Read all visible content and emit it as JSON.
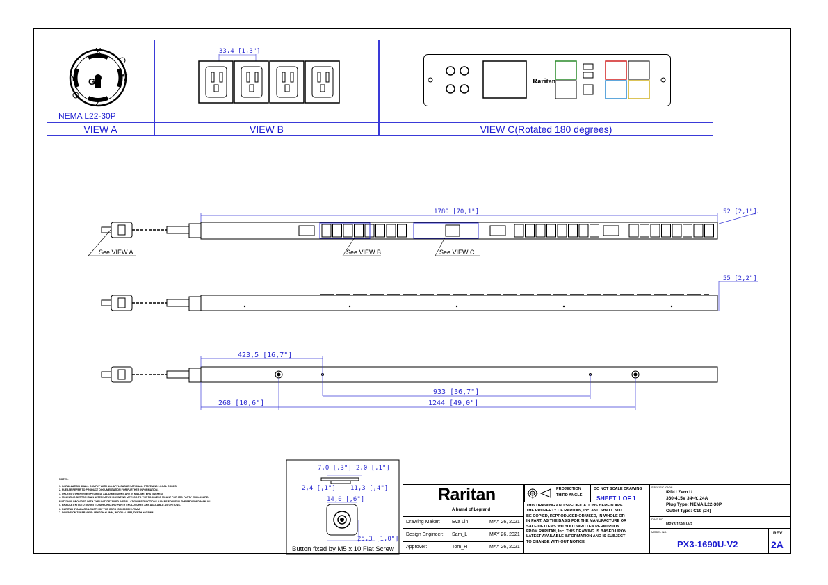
{
  "views": {
    "a_caption": "NEMA L22-30P",
    "a_label": "VIEW A",
    "b_label": "VIEW B",
    "c_label": "VIEW C(Rotated 180 degrees)",
    "plug_letters": [
      "X",
      "Y",
      "G",
      "W",
      "Z"
    ],
    "b_dim": "33,4 [1,3\"]"
  },
  "drawing": {
    "dim_overall": "1780 [70,1\"]",
    "dim_right_top": "52 [2,1\"]",
    "dim_right_mid": "55 [2,2\"]",
    "dim_423": "423,5 [16,7\"]",
    "dim_933": "933 [36,7\"]",
    "dim_268": "268 [10,6\"]",
    "dim_1244": "1244 [49,0\"]",
    "see_a": "See VIEW A",
    "see_b": "See VIEW B",
    "see_c": "See VIEW C"
  },
  "button_detail": {
    "d1": "7,0 [,3\"]",
    "d2": "2,0 [,1\"]",
    "d3": "2,4 [,1\"]",
    "d4": "11,3 [,4\"]",
    "d5": "14,0 [,6\"]",
    "d6": "25,3 [1,0\"]",
    "caption": "Button fixed by M5 x 10 Flat Screw"
  },
  "notes": {
    "title": "NOTES:",
    "lines": [
      "1. INSTALLATION SHALL COMPLY WITH ALL APPLICABLE NATIONAL, STATE AND LOCAL CODES.",
      "2. PLEASE REFER TO PRODUCT DOCUMENTATION FOR FURTHER INFORMATION.",
      "3. UNLESS OTHERWISE SPECIFIED, ALL DIMENSIONS ARE IN MILLIMETERS (INCHES).",
      "4. MOUNTING BUTTON IS AN ALTERNATIVE MOUNTING METHOD TO THE TOOLLESS MOUNT FOR 3RD PARTY ENCLOSURE.",
      "   BUTTON IS PROVIDED WITH THE UNIT. DETAILED INSTALLATION INSTRUCTIONS CAN BE FOUND IN THE PROVIDED MANUAL.",
      "5. BRACKET KITS TO MOUNT TO SPECIFIC 3RD PARTY ENCLOSURES ARE AVAILABLE AS OPTIONS.",
      "6. RARITAN STANDARD LENGTH OF THE CORD IS 3000MM+/-75MM",
      "7. DIMENSION TOLERANCE: LENGTH +/-3MM, WIDTH +/-1MM, DEPTH +/-0.5MM"
    ]
  },
  "title_block": {
    "brand": "Raritan",
    "brand_sub": "A brand of Legrand",
    "projection_1": "PROJECTION",
    "projection_2": "THIRD ANGLE",
    "do_not_scale": "DO NOT SCALE DRAWING",
    "sheet": "SHEET 1 OF 1",
    "disclaimer": [
      "THIS DRAWING AND SPECIFICATIONS HEREIN ARE",
      "THE PROPERTY OF RARITAN, Inc. AND SHALL NOT",
      "BE COPIED, REPRODUCED OR USED, IN WHOLE OR",
      "IN PART, AS THE BASIS FOR THE MANUFACTURE OR",
      "SALE OF ITEMS WITHOUT WRITTEN PERMISSION",
      "FROM RARITAN, Inc. THIS DRAWING IS BASED UPON",
      "LATEST AVAILABLE INFORMATION AND IS SUBJECT",
      "TO CHANGE WITHOUT NOTICE."
    ],
    "rows": [
      {
        "role": "Drawing Maker:",
        "name": "Eva Lin",
        "date": "MAY 26, 2021"
      },
      {
        "role": "Design Engineer:",
        "name": "Sam_L",
        "date": "MAY 26, 2021"
      },
      {
        "role": "Approver:",
        "name": "Tom_H",
        "date": "MAY 26, 2021"
      }
    ],
    "spec_label": "SPECIFICATION",
    "spec_lines": [
      "iPDU Zero U",
      "360-415V 3Φ-Y, 24A",
      "Plug Type: NEMA L22-30P",
      "Outlet Type: C19 (24)"
    ],
    "dwg_label": "DWG NO.",
    "dwg_value": "MPX3-1690U-V2",
    "model_label": "MODEL NO.",
    "model_value": "PX3-1690U-V2",
    "rev_label": "REV.",
    "rev_value": "2A"
  }
}
